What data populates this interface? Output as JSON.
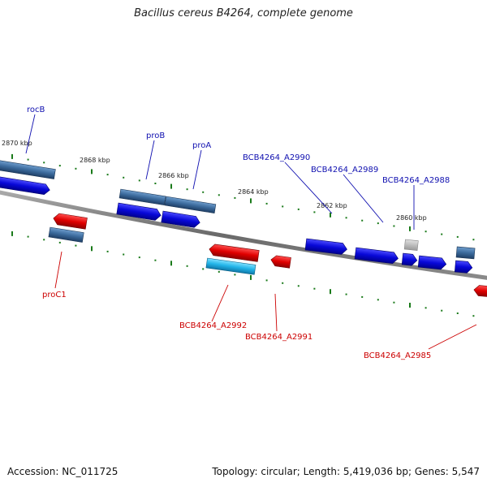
{
  "title": "Bacillus cereus B4264, complete genome",
  "footer": {
    "accession": "Accession: NC_011725",
    "topology": "Topology: circular; Length: 5,419,036 bp; Genes: 5,547"
  },
  "colors": {
    "backbone": "#7a7a7a",
    "tick": "#1a7a1a",
    "strand_plus": "#0a0ae0",
    "strand_plus_alt": "#3c6ea0",
    "strand_minus": "#e01010",
    "strand_minus_alt": "#2aa9e0",
    "label_plus": "#1010b0",
    "label_minus": "#cc0000",
    "gene_grey": "#b8b8b8"
  },
  "ticks": [
    "2870 kbp",
    "2868 kbp",
    "2866 kbp",
    "2864 kbp",
    "2862 kbp",
    "2860 kbp"
  ],
  "genes": [
    {
      "label": "rocB",
      "strand": "plus"
    },
    {
      "label": "proB",
      "strand": "plus"
    },
    {
      "label": "proA",
      "strand": "plus"
    },
    {
      "label": "BCB4264_A2990",
      "strand": "plus"
    },
    {
      "label": "BCB4264_A2989",
      "strand": "plus"
    },
    {
      "label": "BCB4264_A2988",
      "strand": "plus"
    },
    {
      "label": "proC1",
      "strand": "minus"
    },
    {
      "label": "BCB4264_A2992",
      "strand": "minus"
    },
    {
      "label": "BCB4264_A2991",
      "strand": "minus"
    },
    {
      "label": "BCB4264_A2985",
      "strand": "minus"
    }
  ]
}
